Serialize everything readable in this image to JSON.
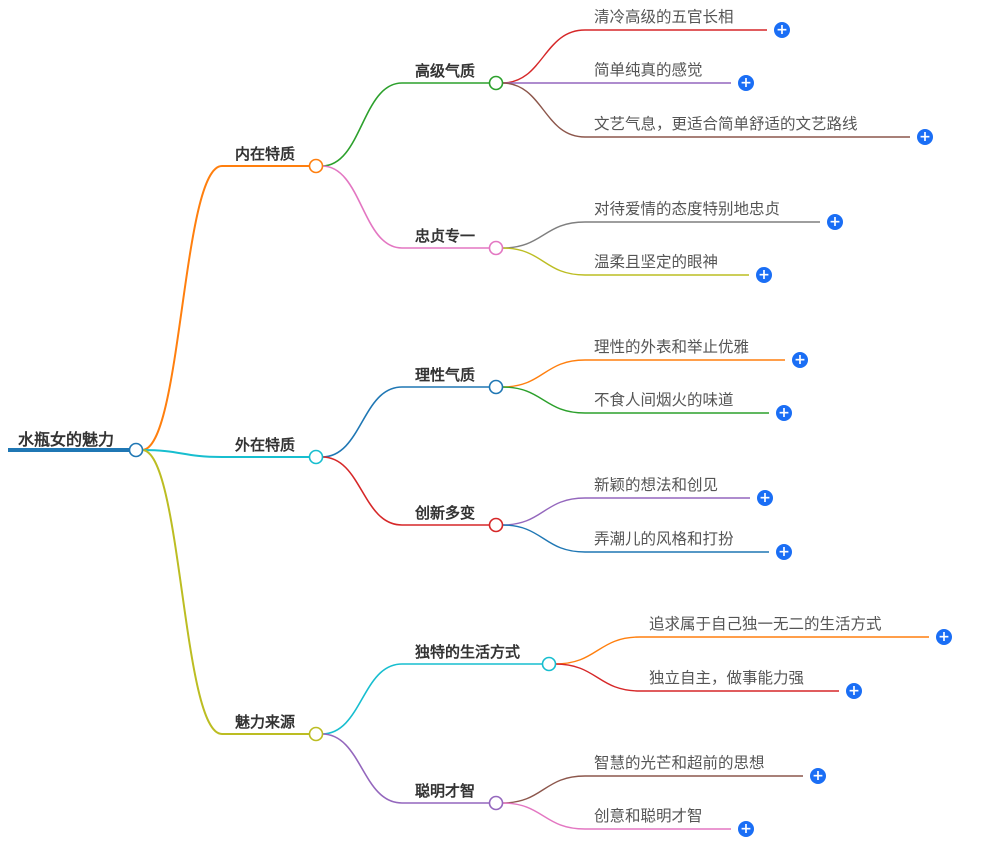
{
  "root": {
    "label": "水瓶女的魅力",
    "color": "#1f77b4"
  },
  "expand_icon": "plus-circle-icon",
  "expand_color": "#1a6ef5",
  "branches": [
    {
      "label": "内在特质",
      "color": "#ff7f0e",
      "children": [
        {
          "label": "高级气质",
          "color": "#2ca02c",
          "children": [
            {
              "label": "清冷高级的五官长相",
              "color": "#d62728"
            },
            {
              "label": "简单纯真的感觉",
              "color": "#9467bd"
            },
            {
              "label": "文艺气息，更适合简单舒适的文艺路线",
              "color": "#8c564b"
            }
          ]
        },
        {
          "label": "忠贞专一",
          "color": "#e377c2",
          "children": [
            {
              "label": "对待爱情的态度特别地忠贞",
              "color": "#7f7f7f"
            },
            {
              "label": "温柔且坚定的眼神",
              "color": "#bcbd22"
            }
          ]
        }
      ]
    },
    {
      "label": "外在特质",
      "color": "#17becf",
      "children": [
        {
          "label": "理性气质",
          "color": "#1f77b4",
          "children": [
            {
              "label": "理性的外表和举止优雅",
              "color": "#ff7f0e"
            },
            {
              "label": "不食人间烟火的味道",
              "color": "#2ca02c"
            }
          ]
        },
        {
          "label": "创新多变",
          "color": "#d62728",
          "children": [
            {
              "label": "新颖的想法和创见",
              "color": "#9467bd"
            },
            {
              "label": "弄潮儿的风格和打扮",
              "color": "#1f77b4"
            }
          ]
        }
      ]
    },
    {
      "label": "魅力来源",
      "color": "#bcbd22",
      "children": [
        {
          "label": "独特的生活方式",
          "color": "#17becf",
          "children": [
            {
              "label": "追求属于自己独一无二的生活方式",
              "color": "#ff7f0e"
            },
            {
              "label": "独立自主，做事能力强",
              "color": "#d62728"
            }
          ]
        },
        {
          "label": "聪明才智",
          "color": "#9467bd",
          "children": [
            {
              "label": "智慧的光芒和超前的思想",
              "color": "#8c564b"
            },
            {
              "label": "创意和聪明才智",
              "color": "#e377c2"
            }
          ]
        }
      ]
    }
  ]
}
